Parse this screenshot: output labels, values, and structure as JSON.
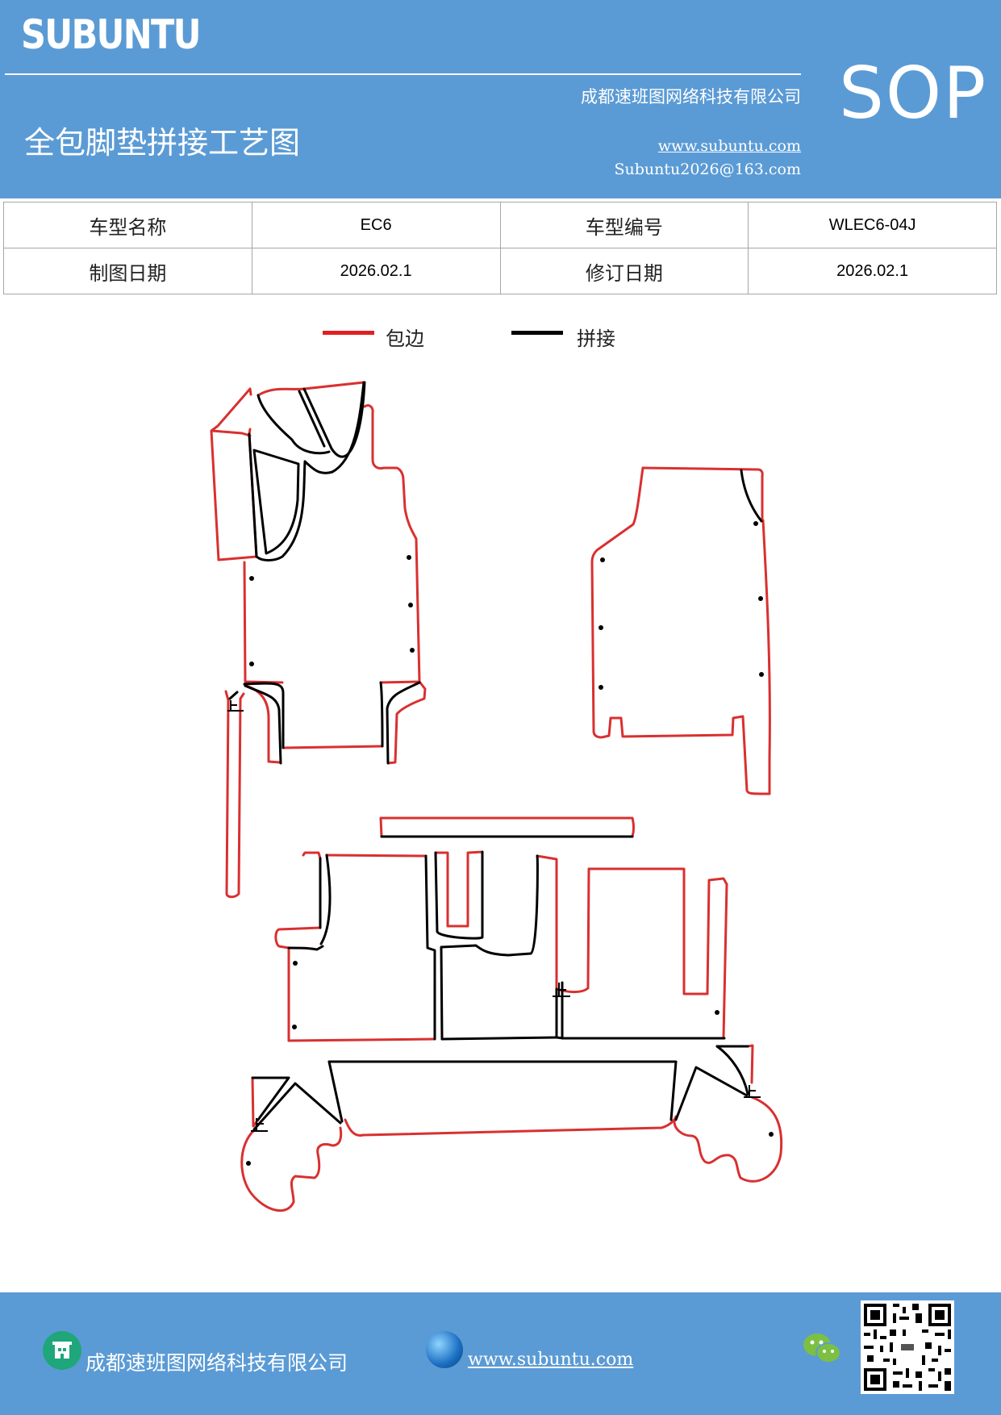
{
  "header": {
    "logo": "SUBUNTU",
    "badge": "SOP",
    "company": "成都速班图网络科技有限公司",
    "title": "全包脚垫拼接工艺图",
    "website": "www.subuntu.com",
    "email": "Subuntu2026@163.com"
  },
  "info_table": {
    "model_name_label": "车型名称",
    "model_name": "EC6",
    "model_code_label": "车型编号",
    "model_code": "WLEC6-04J",
    "draw_date_label": "制图日期",
    "draw_date": "2026.02.1",
    "revise_date_label": "修订日期",
    "revise_date": "2026.02.1"
  },
  "legend": {
    "edge_label": "包边",
    "edge_color": "#e02020",
    "seam_label": "拼接",
    "seam_color": "#000000"
  },
  "diagram": {
    "stop_mark": "止"
  },
  "footer": {
    "company": "成都速班图网络科技有限公司",
    "website": "www.subuntu.com"
  }
}
